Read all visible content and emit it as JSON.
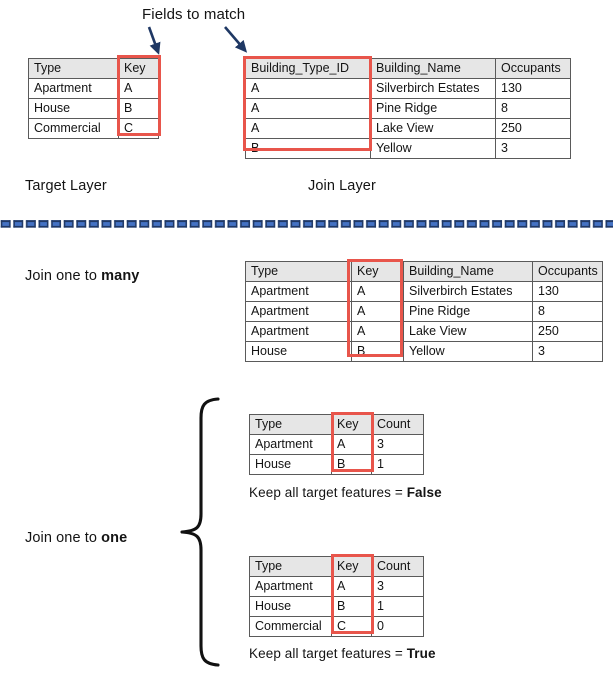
{
  "meta": {
    "colors": {
      "highlight_red": "#e8554b",
      "table_border": "#5a5a5a",
      "header_fill": "#e6e6e6",
      "divider_blue": "#2e5fa8",
      "divider_blue_light": "#4472c4",
      "text": "#141414"
    }
  },
  "annotations": {
    "fields_to_match": "Fields to match",
    "target_layer": "Target Layer",
    "join_layer": "Join Layer",
    "join_one_to_many_prefix": "Join one to ",
    "join_one_to_many_emphasis": "many",
    "join_one_to_one_prefix": "Join one to ",
    "join_one_to_one_emphasis": "one",
    "keep_all_prefix": "Keep all target features = ",
    "keep_all_false": "False",
    "keep_all_true": "True"
  },
  "tables": {
    "target_layer": {
      "name": "Target Layer",
      "headers": [
        "Type",
        "Key"
      ],
      "rows": [
        [
          "Apartment",
          "A"
        ],
        [
          "House",
          "B"
        ],
        [
          "Commercial",
          "C"
        ]
      ],
      "highlighted_column": "Key"
    },
    "join_layer": {
      "name": "Join Layer",
      "headers": [
        "Building_Type_ID",
        "Building_Name",
        "Occupants"
      ],
      "rows": [
        [
          "A",
          "Silverbirch Estates",
          "130"
        ],
        [
          "A",
          "Pine Ridge",
          "8"
        ],
        [
          "A",
          "Lake View",
          "250"
        ],
        [
          "B",
          "Yellow",
          "3"
        ]
      ],
      "highlighted_column": "Building_Type_ID"
    },
    "one_to_many_result": {
      "name": "Join one to many result",
      "headers": [
        "Type",
        "Key",
        "Building_Name",
        "Occupants"
      ],
      "rows": [
        [
          "Apartment",
          "A",
          "Silverbirch Estates",
          "130"
        ],
        [
          "Apartment",
          "A",
          "Pine Ridge",
          "8"
        ],
        [
          "Apartment",
          "A",
          "Lake View",
          "250"
        ],
        [
          "House",
          "B",
          "Yellow",
          "3"
        ]
      ],
      "highlighted_column": "Key"
    },
    "one_to_one_false": {
      "name": "Join one to one, keep all target features = False",
      "headers": [
        "Type",
        "Key",
        "Count"
      ],
      "rows": [
        [
          "Apartment",
          "A",
          "3"
        ],
        [
          "House",
          "B",
          "1"
        ]
      ],
      "highlighted_column": "Key"
    },
    "one_to_one_true": {
      "name": "Join one to one, keep all target features = True",
      "headers": [
        "Type",
        "Key",
        "Count"
      ],
      "rows": [
        [
          "Apartment",
          "A",
          "3"
        ],
        [
          "House",
          "B",
          "1"
        ],
        [
          "Commercial",
          "C",
          "0"
        ]
      ],
      "highlighted_column": "Key"
    }
  }
}
